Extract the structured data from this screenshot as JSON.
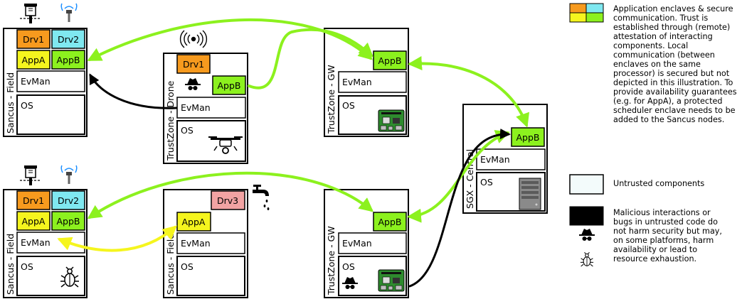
{
  "colors": {
    "drv_orange": "#f79a1e",
    "drv_cyan": "#7fe8f0",
    "drv_pink": "#f2a3a3",
    "app_yellow": "#f5f51e",
    "app_green": "#8cf11e",
    "arrow_green": "#8cf11e",
    "arrow_yellow": "#f5f51e",
    "arrow_black": "#000000",
    "untrusted_fill": "#f3fbfb"
  },
  "nodes": {
    "field1": {
      "platform": "Sancus - Field",
      "drv1": "Drv1",
      "drv2": "Drv2",
      "appa": "AppA",
      "appb": "AppB",
      "evman": "EvMan",
      "os": "OS",
      "icons": [
        "sensor-icon",
        "sprinkler-icon"
      ]
    },
    "drone": {
      "platform": "TrustZone - Drone",
      "drv1": "Drv1",
      "appb": "AppB",
      "evman": "EvMan",
      "os": "OS",
      "icons": [
        "radio-signal-icon",
        "spy-icon",
        "drone-icon"
      ]
    },
    "gw1": {
      "platform": "TrustZone - GW",
      "appb": "AppB",
      "evman": "EvMan",
      "os": "OS",
      "icons": [
        "raspberry-pi-icon"
      ]
    },
    "central": {
      "platform": "SGX - Central",
      "appb": "AppB",
      "evman": "EvMan",
      "os": "OS",
      "icons": [
        "server-icon"
      ]
    },
    "field2": {
      "platform": "Sancus - Field",
      "drv1": "Drv1",
      "drv2": "Drv2",
      "appa": "AppA",
      "appb": "AppB",
      "evman": "EvMan",
      "os": "OS",
      "icons": [
        "sensor-icon",
        "sprinkler-icon",
        "bug-icon"
      ]
    },
    "field3": {
      "platform": "Sancus - Field",
      "drv3": "Drv3",
      "appa": "AppA",
      "evman": "EvMan",
      "os": "OS",
      "icons": [
        "faucet-icon"
      ]
    },
    "gw2": {
      "platform": "TrustZone - GW",
      "appb": "AppB",
      "evman": "EvMan",
      "os": "OS",
      "icons": [
        "spy-icon",
        "raspberry-pi-icon"
      ]
    }
  },
  "legend": {
    "enclaves_text": "Application enclaves & secure communication. Trust is established through (remote) attestation of interacting components. Local communication (between enclaves on the same processor) is secured but not depicted in this illustration. To provide availability guarantees (e.g. for AppA), a protected scheduler enclave needs to be added to the Sancus nodes.",
    "untrusted_text": "Untrusted components",
    "malicious_text": "Malicious interactions or bugs in untrusted code do not harm security but may, on some platforms, harm availability or lead to resource exhaustion."
  }
}
